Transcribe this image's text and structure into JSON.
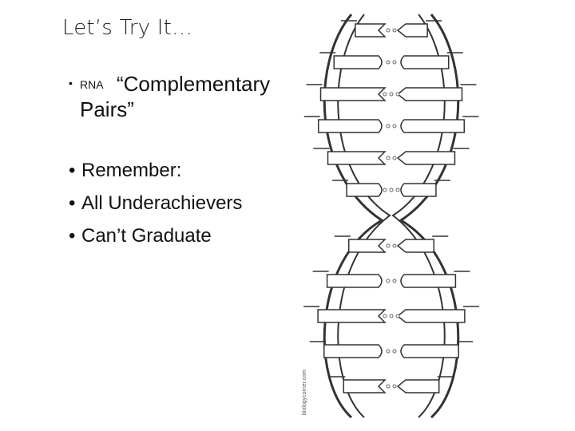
{
  "slide": {
    "title": "Let’s Try It…",
    "bullet_char": "•",
    "first_bullet": {
      "small": "RNA",
      "big_line1": "“Complementary",
      "big_line2": "Pairs”"
    },
    "list": [
      "Remember:",
      "All Underachievers",
      "Can’t Graduate"
    ],
    "credit": "biologycorner.com"
  },
  "helix": {
    "stroke_color": "#333333",
    "fill_color": "#ffffff",
    "top_half_rows": 6,
    "bottom_half_rows": 5
  }
}
